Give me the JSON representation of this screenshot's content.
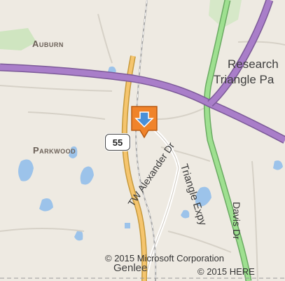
{
  "map": {
    "places": {
      "auburn": "Auburn",
      "parkwood": "Parkwood",
      "rtp_line1": "Research",
      "rtp_line2": "Triangle Pa",
      "genlee": "Genlee"
    },
    "roads": {
      "triangle_expy": "Triangle Expy",
      "tw_alexander": "TW Alexander Dr",
      "davis_dr": "Davis Dr"
    },
    "route_shield": "55",
    "pin": {
      "icon": "down-arrow-icon",
      "color": "#f0832a"
    },
    "colors": {
      "background": "#eeeae2",
      "highway": "#a97ec9",
      "expressway": "#7fcf74",
      "primary_road": "#f5c56e",
      "water": "#9cc3ea",
      "park": "#cfe5c0"
    }
  },
  "copyright": {
    "microsoft": "© 2015 Microsoft Corporation",
    "here": "© 2015 HERE"
  }
}
